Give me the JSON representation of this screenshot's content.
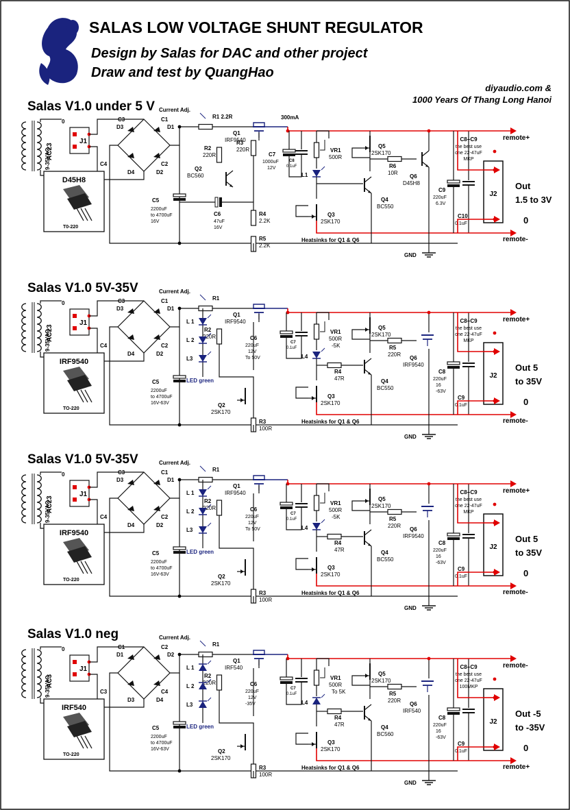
{
  "header": {
    "title": "SALAS LOW VOLTAGE SHUNT REGULATOR",
    "subtitle1": "Design by Salas for DAC and other project",
    "subtitle2": "Draw and test by QuangHao",
    "credit1": "diyaudio.com &",
    "credit2": "1000 Years Of Thang Long Hanoi"
  },
  "common": {
    "current_adj": "Current Adj.",
    "heatsinks": "Heatsinks for Q1 & Q6",
    "gnd": "GND",
    "c8c9": "C8+C9",
    "best_use": "the best use",
    "one_cap": "one 22-47uF",
    "j2": "J2",
    "j1": "J1",
    "zero": "0",
    "ac_label": "9-35VAC",
    "mkp": "MKP",
    "led_green": "LED green",
    "c9_val": "0.1uF"
  },
  "sections": [
    {
      "title": "Salas V1.0 under 5 V",
      "ac": "AC 1",
      "ac_tag": "AC23",
      "package_name": "D45H8",
      "package_type": "T0-220",
      "out_line1": "Out",
      "out_line2": "1.5 to 3V",
      "remote_top": "remote+",
      "remote_bottom": "remote-",
      "current": "300mA",
      "parts": {
        "r1": "R1 2.2R",
        "q1": "Q1",
        "q1v": "IRF9540",
        "r2": "R2",
        "r2v": "220R",
        "q2": "Q2",
        "q2v": "BC560",
        "r3": "R3",
        "r3v": "220R",
        "c5": "C5",
        "c5v": "2200uF",
        "c5v2": "to 4700uF",
        "c5v3": "16V",
        "c6": "C6",
        "c6v": "47uF",
        "c6v2": "16V",
        "r4": "R4",
        "r4v": "2.2K",
        "r5": "R5",
        "r5v": "2.2K",
        "c7": "C7",
        "c7v": "1000uF",
        "c7v2": "12V",
        "c8": "C8",
        "c8v": "0.1uF",
        "vr1": "VR1",
        "vr1v": "500R",
        "l1": "L1",
        "q5": "Q5",
        "q5v": "2SK170",
        "r6": "R6",
        "r6v": "10R",
        "q6": "Q6",
        "q6v": "D45H8",
        "q4": "Q4",
        "q4v": "BC550",
        "q3": "Q3",
        "q3v": "2SK170",
        "c9": "C9",
        "c9v": "220uF",
        "c9v2": "6.3V",
        "c10": "C10",
        "c10v": "0.1uF"
      }
    },
    {
      "title": "Salas V1.0 5V-35V",
      "ac": "AC 2",
      "ac_tag": "AC23",
      "package_name": "IRF9540",
      "package_type": "TO-220",
      "out_line1": "Out 5",
      "out_line2": "to 35V",
      "remote_top": "remote+",
      "remote_bottom": "remote-",
      "parts": {
        "r1": "R1",
        "q1": "Q1",
        "q1v": "IRF9540",
        "l1": "L 1",
        "l2": "L 2",
        "l3": "L3",
        "r2": "R2",
        "r2v": "220R",
        "c5": "C5",
        "c5v": "2200uF",
        "c5v2": "to 4700uF",
        "c5v3": "16V-63V",
        "q2": "Q2",
        "q2v": "2SK170",
        "r3": "R3",
        "r3v": "100R",
        "c6": "C6",
        "c6v": "220uF",
        "c6v2": "12V",
        "c6v3": "To 50V",
        "c7": "C7",
        "c7v": "0.1uF",
        "vr1": "VR1",
        "vr1v": "500R",
        "vr1v2": "-5K",
        "l4": "L4",
        "r4": "R4",
        "r4v": "47R",
        "q5": "Q5",
        "q5v": "2SK170",
        "r5": "R5",
        "r5v": "220R",
        "q6": "Q6",
        "q6v": "IRF9540",
        "q4": "Q4",
        "q4v": "BC550",
        "q3": "Q3",
        "q3v": "2SK170",
        "c8": "C8",
        "c8v": "220uF",
        "c8v2": "16",
        "c8v3": "-63V",
        "c9": "C9",
        "c9v": "0.1uF"
      }
    },
    {
      "title": "Salas V1.0 5V-35V",
      "ac": "AC 3",
      "ac_tag": "AC23",
      "package_name": "IRF9540",
      "package_type": "TO-220",
      "out_line1": "Out 5",
      "out_line2": "to 35V",
      "remote_top": "remote+",
      "remote_bottom": "remote-",
      "parts": {
        "r1": "R1",
        "q1": "Q1",
        "q1v": "IRF9540",
        "l1": "L 1",
        "l2": "L 2",
        "l3": "L3",
        "r2": "R2",
        "r2v": "220R",
        "c5": "C5",
        "c5v": "2200uF",
        "c5v2": "to 4700uF",
        "c5v3": "16V-63V",
        "q2": "Q2",
        "q2v": "2SK170",
        "r3": "R3",
        "r3v": "100R",
        "c6": "C6",
        "c6v": "220uF",
        "c6v2": "12V",
        "c6v3": "To 50V",
        "c7": "C7",
        "c7v": "0.1uF",
        "vr1": "VR1",
        "vr1v": "500R",
        "vr1v2": "-5K",
        "l4": "L4",
        "r4": "R4",
        "r4v": "47R",
        "q5": "Q5",
        "q5v": "2SK170",
        "r5": "R5",
        "r5v": "220R",
        "q6": "Q6",
        "q6v": "IRF9540",
        "q4": "Q4",
        "q4v": "BC550",
        "q3": "Q3",
        "q3v": "2SK170",
        "c8": "C8",
        "c8v": "220uF",
        "c8v2": "16",
        "c8v3": "-63V",
        "c9": "C9",
        "c9v": "0.1uF"
      }
    },
    {
      "title": "Salas V1.0 neg",
      "ac": "AC 4",
      "ac_tag": "AC3",
      "package_name": "IRF540",
      "package_type": "TO-220",
      "out_line1": "Out -5",
      "out_line2": "to -35V",
      "remote_top": "remote-",
      "remote_bottom": "remote+",
      "parts": {
        "r1": "R1",
        "q1": "Q1",
        "q1v": "IRF540",
        "l1": "L 1",
        "l2": "L 2",
        "l3": "L3",
        "r2": "R2",
        "r2v": "220R",
        "c5": "C5",
        "c5v": "2200uF",
        "c5v2": "to 4700uF",
        "c5v3": "16V-63V",
        "q2": "Q2",
        "q2v": "2SK170",
        "r3": "R3",
        "r3v": "100R",
        "c6": "C6",
        "c6v": "220uF",
        "c6v2": "12V",
        "c6v3": "-35V",
        "c7": "C7",
        "c7v": "0.1uF",
        "vr1": "VR1",
        "vr1v": "500R",
        "vr1v2": "To 5K",
        "l4": "L4",
        "r4": "R4",
        "r4v": "47R",
        "q5": "Q5",
        "q5v": "2SK170",
        "r5": "R5",
        "r5v": "220R",
        "q6": "Q6",
        "q6v": "IRF540",
        "q4": "Q4",
        "q4v": "BC560",
        "q3": "Q3",
        "q3v": "2SK170",
        "c8": "C8",
        "c8v": "220uF",
        "c8v2": "16",
        "c8v3": "-63V",
        "c9": "C9",
        "c9v": "0.1uF",
        "mkp": "100MKP"
      }
    }
  ],
  "colors": {
    "wire": "#111111",
    "red_wire": "#e00000",
    "blue": "#1a237e"
  }
}
